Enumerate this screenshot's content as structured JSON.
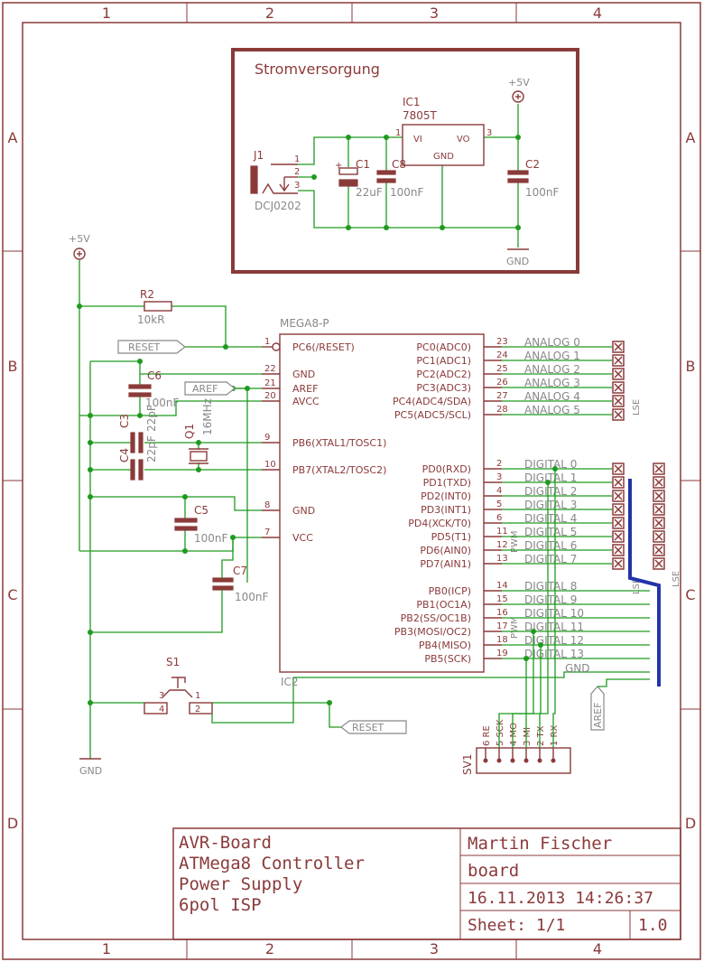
{
  "frame": {
    "columns": [
      "1",
      "2",
      "3",
      "4"
    ],
    "rows": [
      "A",
      "B",
      "C",
      "D"
    ]
  },
  "power": {
    "title": "Stromversorgung",
    "j1": "J1",
    "j1_value": "DCJ0202",
    "j1_pins": [
      "1",
      "2",
      "3"
    ],
    "ic1": "IC1",
    "ic1_value": "7805T",
    "ic1_vi": "VI",
    "ic1_vo": "VO",
    "ic1_gnd": "GND",
    "ic1_pin1": "1",
    "ic1_pin3": "3",
    "c1": "C1",
    "c1_value": "22uF",
    "c8": "C8",
    "c8_value": "100nF",
    "c2": "C2",
    "c2_value": "100nF",
    "vcc": "+5V",
    "gnd": "GND"
  },
  "left": {
    "vcc": "+5V",
    "r2": "R2",
    "r2_value": "10kR",
    "reset_flag": "RESET",
    "aref_flag": "AREF",
    "c6": "C6",
    "c6_value": "100nF",
    "c3": "C3",
    "c3_value": "22pF",
    "c4": "C4",
    "c4_value": "22pF",
    "q1": "Q1",
    "q1_value": "16MHz",
    "c5": "C5",
    "c5_value": "100nF",
    "c7": "C7",
    "c7_value": "100nF",
    "s1": "S1",
    "s1_pins": [
      "3",
      "4",
      "1",
      "2"
    ],
    "gnd": "GND"
  },
  "mcu": {
    "name": "MEGA8-P",
    "ic": "IC2",
    "left_pins": [
      {
        "num": "1",
        "label": "PC6(/RESET)"
      },
      {
        "num": "22",
        "label": "GND"
      },
      {
        "num": "21",
        "label": "AREF"
      },
      {
        "num": "20",
        "label": "AVCC"
      },
      {
        "num": "9",
        "label": "PB6(XTAL1/TOSC1)"
      },
      {
        "num": "10",
        "label": "PB7(XTAL2/TOSC2)"
      },
      {
        "num": "8",
        "label": "GND"
      },
      {
        "num": "7",
        "label": "VCC"
      }
    ],
    "right_pins": [
      {
        "num": "23",
        "label": "PC0(ADC0)",
        "net": "ANALOG 0"
      },
      {
        "num": "24",
        "label": "PC1(ADC1)",
        "net": "ANALOG 1"
      },
      {
        "num": "25",
        "label": "PC2(ADC2)",
        "net": "ANALOG 2"
      },
      {
        "num": "26",
        "label": "PC3(ADC3)",
        "net": "ANALOG 3"
      },
      {
        "num": "27",
        "label": "PC4(ADC4/SDA)",
        "net": "ANALOG 4"
      },
      {
        "num": "28",
        "label": "PC5(ADC5/SCL)",
        "net": "ANALOG 5"
      },
      {
        "num": "2",
        "label": "PD0(RXD)",
        "net": "DIGITAL 0"
      },
      {
        "num": "3",
        "label": "PD1(TXD)",
        "net": "DIGITAL 1"
      },
      {
        "num": "4",
        "label": "PD2(INT0)",
        "net": "DIGITAL 2"
      },
      {
        "num": "5",
        "label": "PD3(INT1)",
        "net": "DIGITAL 3"
      },
      {
        "num": "6",
        "label": "PD4(XCK/T0)",
        "net": "DIGITAL 4"
      },
      {
        "num": "11",
        "label": "PD5(T1)",
        "net": "DIGITAL 5"
      },
      {
        "num": "12",
        "label": "PD6(AIN0)",
        "net": "DIGITAL 6"
      },
      {
        "num": "13",
        "label": "PD7(AIN1)",
        "net": "DIGITAL 7"
      },
      {
        "num": "14",
        "label": "PB0(ICP)",
        "net": "DIGITAL 8"
      },
      {
        "num": "15",
        "label": "PB1(OC1A)",
        "net": "DIGITAL 9"
      },
      {
        "num": "16",
        "label": "PB2(SS/OC1B)",
        "net": "DIGITAL 10"
      },
      {
        "num": "17",
        "label": "PB3(MOSI/OC2)",
        "net": "DIGITAL 11"
      },
      {
        "num": "18",
        "label": "PB4(MISO)",
        "net": "DIGITAL 12"
      },
      {
        "num": "19",
        "label": "PB5(SCK)",
        "net": "DIGITAL 13"
      }
    ],
    "pwm": "PWM",
    "gnd_net": "GND"
  },
  "headers": {
    "lse_a": "LSE",
    "aref_flag": "AREF",
    "reset_flag": "RESET"
  },
  "isp": {
    "name": "SV1",
    "pins": [
      "6 RE",
      "5 SCK",
      "4 MO",
      "3 MI",
      "2 TX",
      "1 RX"
    ]
  },
  "title_block": {
    "lines": [
      "AVR-Board",
      "ATMega8 Controller",
      "Power Supply",
      "6pol ISP"
    ],
    "author": "Martin Fischer",
    "drawing": "board",
    "date": "16.11.2013 14:26:37",
    "sheet": "Sheet: 1/1",
    "revision": "1.0"
  }
}
